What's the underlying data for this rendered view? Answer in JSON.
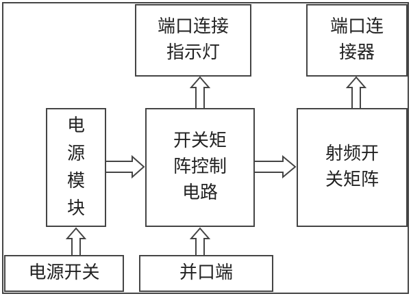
{
  "diagram": {
    "blocks": {
      "port_indicator": "端口连接\n指示灯",
      "port_connector": "端口连\n接器",
      "power_module": "电\n源\n模\n块",
      "matrix_control": "开关矩\n阵控制\n电路",
      "rf_switch": "射频开\n关矩阵",
      "power_switch": "电源开关",
      "parallel_port": "并口端"
    },
    "colors": {
      "stroke": "#444444",
      "background": "#ffffff"
    }
  }
}
